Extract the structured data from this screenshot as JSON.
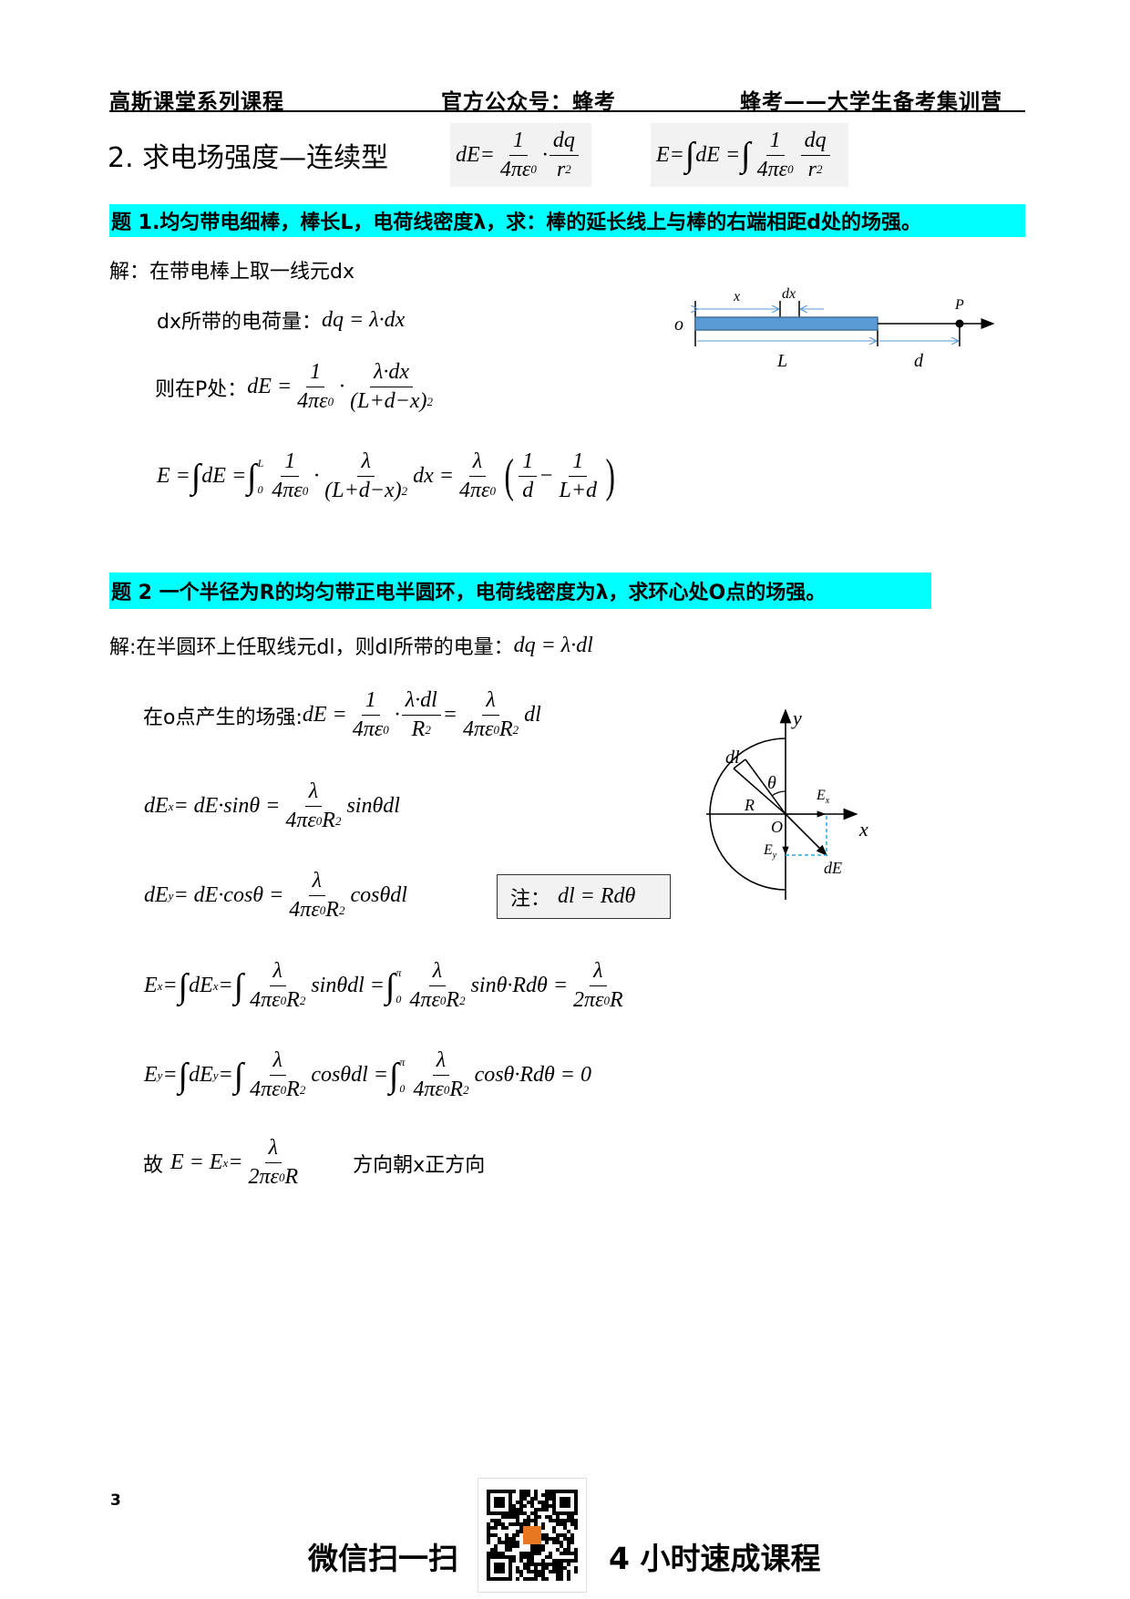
{
  "header": {
    "left": "高斯课堂系列课程",
    "center": "官方公众号：蜂考",
    "right": "蜂考——大学生备考集训营"
  },
  "section_title": "2. 求电场强度—连续型",
  "formulas_top": [
    [
      "dE",
      " = ",
      {
        "f": [
          [
            "1"
          ],
          [
            "4πε",
            {
              "sub": "0"
            }
          ]
        ]
      },
      "·",
      {
        "f": [
          [
            "dq"
          ],
          [
            "r",
            {
              "sup": "2"
            }
          ]
        ]
      }
    ],
    [
      "E",
      " = ",
      {
        "int": null
      },
      "dE = ",
      {
        "int": null
      },
      {
        "f": [
          [
            "1"
          ],
          [
            "4πε",
            {
              "sub": "0"
            }
          ]
        ]
      },
      {
        "f": [
          [
            "dq"
          ],
          [
            "r",
            {
              "sup": "2"
            }
          ]
        ]
      }
    ]
  ],
  "problem1": {
    "statement": "题 1.均匀带电细棒，棒长L，电荷线密度λ，求：棒的延长线上与棒的右端相距d处的场强。",
    "solution_intro": "解：在带电棒上取一线元dx",
    "charge_label": "dx所带的电荷量：",
    "charge_formula": [
      "dq = λ·dx"
    ],
    "field_label": "则在P处：",
    "field_formula": [
      "dE = ",
      {
        "f": [
          [
            "1"
          ],
          [
            "4πε",
            {
              "sub": "0"
            }
          ]
        ]
      },
      "·",
      {
        "f": [
          [
            "λ·dx"
          ],
          [
            "(L+d−x)",
            {
              "sup": "2"
            }
          ]
        ]
      }
    ],
    "integral_formula": [
      "E = ",
      {
        "int": null
      },
      "dE = ",
      {
        "int": [
          "0",
          "L"
        ]
      },
      {
        "f": [
          [
            "1"
          ],
          [
            "4πε",
            {
              "sub": "0"
            }
          ]
        ]
      },
      "·",
      {
        "f": [
          [
            "λ"
          ],
          [
            "(L+d−x)",
            {
              "sup": "2"
            }
          ]
        ]
      },
      "dx = ",
      {
        "f": [
          [
            "λ"
          ],
          [
            "4πε",
            {
              "sub": "0"
            }
          ]
        ]
      },
      {
        "paren": "("
      },
      {
        "f": [
          [
            "1"
          ],
          [
            "d"
          ]
        ]
      },
      "−",
      {
        "f": [
          [
            "1"
          ],
          [
            "L+d"
          ]
        ]
      },
      {
        "paren": ")"
      }
    ],
    "diagram": {
      "origin": "o",
      "x": "x",
      "dx": "dx",
      "L": "L",
      "d": "d",
      "P": "P",
      "rod_color": "#5b9bd5",
      "dim_color": "#5b9bd5"
    }
  },
  "problem2": {
    "statement": "题 2 一个半径为R的均匀带正电半圆环，电荷线密度为λ，求环心处O点的场强。",
    "solution_intro": "解:在半圆环上任取线元dl，则dl所带的电量：",
    "charge_formula": [
      "dq = λ·dl"
    ],
    "field_label": "在o点产生的场强:",
    "field_formula": [
      "dE = ",
      {
        "f": [
          [
            "1"
          ],
          [
            "4πε",
            {
              "sub": "0"
            }
          ]
        ]
      },
      "·",
      {
        "f": [
          [
            "λ·dl"
          ],
          [
            "R",
            {
              "sup": "2"
            }
          ]
        ]
      },
      " = ",
      {
        "f": [
          [
            "λ"
          ],
          [
            "4πε",
            {
              "sub": "0"
            },
            "R",
            {
              "sup": "2"
            }
          ]
        ]
      },
      "dl"
    ],
    "dEx_formula": [
      "dE",
      {
        "sub": "x"
      },
      " = dE·sinθ = ",
      {
        "f": [
          [
            "λ"
          ],
          [
            "4πε",
            {
              "sub": "0"
            },
            "R",
            {
              "sup": "2"
            }
          ]
        ]
      },
      "sinθdl"
    ],
    "dEy_formula": [
      "dE",
      {
        "sub": "y"
      },
      " = dE·cosθ = ",
      {
        "f": [
          [
            "λ"
          ],
          [
            "4πε",
            {
              "sub": "0"
            },
            "R",
            {
              "sup": "2"
            }
          ]
        ]
      },
      "cosθdl"
    ],
    "note": [
      "注：",
      "dl = Rdθ"
    ],
    "Ex_formula": [
      "E",
      {
        "sub": "x"
      },
      " = ",
      {
        "int": null
      },
      "dE",
      {
        "sub": "x"
      },
      " = ",
      {
        "int": null
      },
      {
        "f": [
          [
            "λ"
          ],
          [
            "4πε",
            {
              "sub": "0"
            },
            "R",
            {
              "sup": "2"
            }
          ]
        ]
      },
      "sinθdl = ",
      {
        "int": [
          "0",
          "π"
        ]
      },
      {
        "f": [
          [
            "λ"
          ],
          [
            "4πε",
            {
              "sub": "0"
            },
            "R",
            {
              "sup": "2"
            }
          ]
        ]
      },
      "sinθ·Rdθ = ",
      {
        "f": [
          [
            "λ"
          ],
          [
            "2πε",
            {
              "sub": "0"
            },
            "R"
          ]
        ]
      }
    ],
    "Ey_formula": [
      "E",
      {
        "sub": "y"
      },
      " = ",
      {
        "int": null
      },
      "dE",
      {
        "sub": "y"
      },
      " = ",
      {
        "int": null
      },
      {
        "f": [
          [
            "λ"
          ],
          [
            "4πε",
            {
              "sub": "0"
            },
            "R",
            {
              "sup": "2"
            }
          ]
        ]
      },
      "cosθdl = ",
      {
        "int": [
          "0",
          "π"
        ]
      },
      {
        "f": [
          [
            "λ"
          ],
          [
            "4πε",
            {
              "sub": "0"
            },
            "R",
            {
              "sup": "2"
            }
          ]
        ]
      },
      "cosθ·Rdθ = 0"
    ],
    "conclusion_label": "故",
    "conclusion_formula": [
      "E = E",
      {
        "sub": "x"
      },
      " = ",
      {
        "f": [
          [
            "λ"
          ],
          [
            "2πε",
            {
              "sub": "0"
            },
            "R"
          ]
        ]
      }
    ],
    "direction": "方向朝x正方向",
    "diagram": {
      "y": "y",
      "x": "x",
      "dl": "dl",
      "theta": "θ",
      "R": "R",
      "O": "O",
      "Ex": "E",
      "Ey": "E",
      "Ex_sub": "x",
      "Ey_sub": "y",
      "dE": "dE",
      "dash_color": "#29a8e0"
    }
  },
  "footer": {
    "page_number": "3",
    "scan_text": "微信扫一扫",
    "course_text": "4 小时速成课程",
    "qr_icon": "qr-code-icon"
  },
  "colors": {
    "highlight": "#00ffff",
    "formula_bg": "#f2f2f2"
  }
}
